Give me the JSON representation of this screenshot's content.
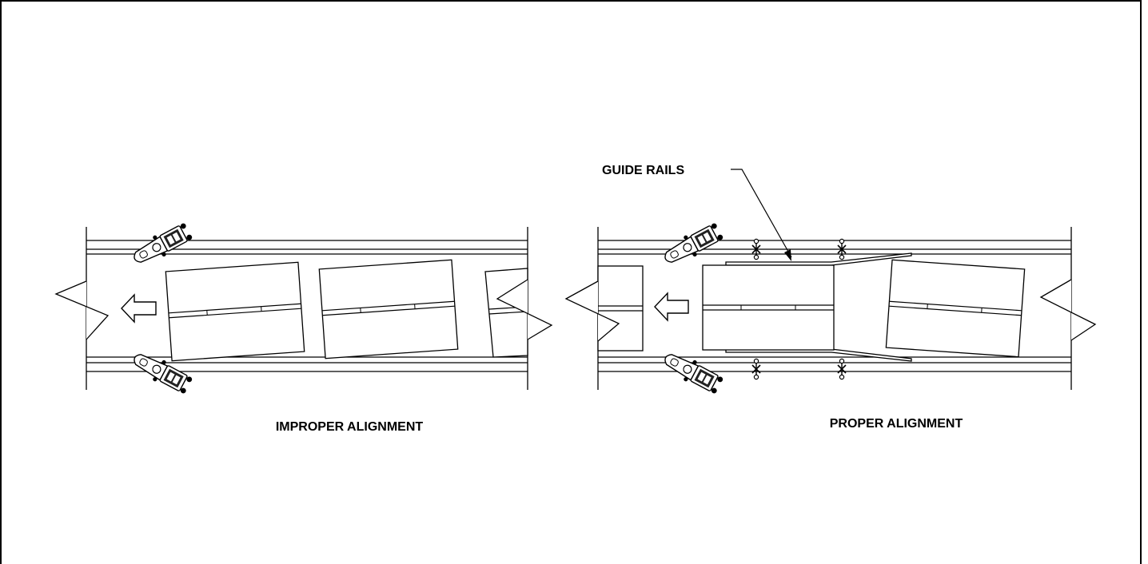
{
  "labels": {
    "guide_rails": "GUIDE RAILS",
    "improper_alignment": "IMPROPER ALIGNMENT",
    "proper_alignment": "PROPER ALIGNMENT"
  },
  "icons": {
    "flow_direction": "arrow-left-icon",
    "sealer_head": "case-sealer-head-icon",
    "guide_rail_adjuster": "rail-adjuster-icon"
  },
  "colors": {
    "line": "#000000",
    "background": "#ffffff"
  }
}
